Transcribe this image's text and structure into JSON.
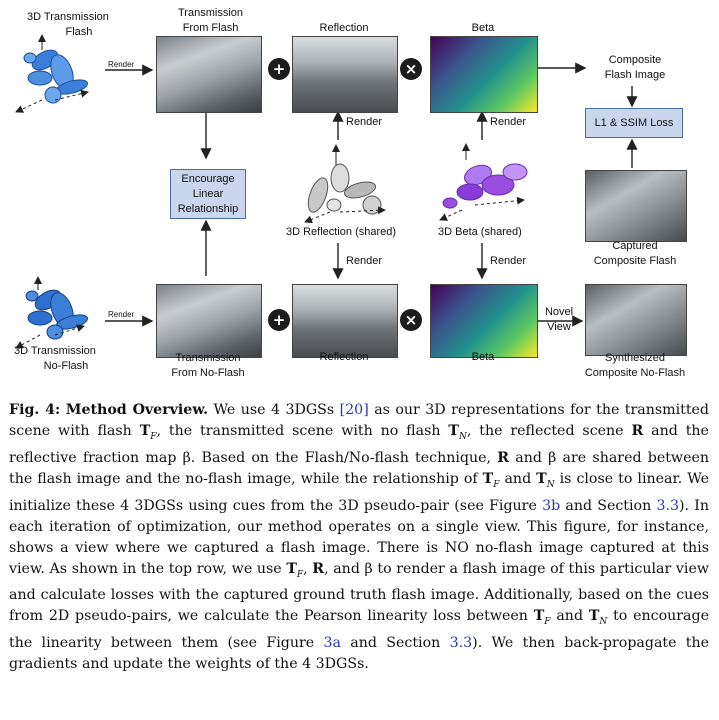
{
  "figure": {
    "labels": {
      "trans_flash_3d": [
        "3D Transmission",
        "Flash"
      ],
      "trans_noflash_3d": [
        "3D Transmission",
        "No-Flash"
      ],
      "render_small": "Render",
      "trans_from_flash": [
        "Transmission",
        "From Flash"
      ],
      "reflection_top": "Reflection",
      "beta_top": "Beta",
      "composite_flash_image": [
        "Composite",
        "Flash Image"
      ],
      "loss_box": "L1 & SSIM Loss",
      "encourage_box": [
        "Encourage",
        "Linear",
        "Relationship"
      ],
      "render": "Render",
      "refl_3d": "3D Reflection (shared)",
      "beta_3d": "3D Beta (shared)",
      "captured": [
        "Captured",
        "Composite Flash"
      ],
      "trans_from_noflash": [
        "Transmission",
        "From No-Flash"
      ],
      "reflection_bottom": "Reflection",
      "beta_bottom": "Beta",
      "novel_view": [
        "Novel",
        "View"
      ],
      "synthesized": [
        "Synthesized",
        "Composite No-Flash"
      ],
      "plus": "+",
      "times": "×"
    },
    "colors": {
      "gaussian_blue": "#3b7fd9",
      "gaussian_purple": "#9b4de0",
      "gaussian_gray": "#9a9a9a",
      "box_fill": "#c9d6ee"
    }
  },
  "caption": {
    "label": "Fig. 4:",
    "title": "Method Overview.",
    "p1": "We use 4 3DGSs",
    "ref20": "[20]",
    "p2": "as our 3D representations for the transmitted scene with flash",
    "tf": "T",
    "tf_sub": "F",
    "p3": ", the transmitted scene with no flash",
    "tn": "T",
    "tn_sub": "N",
    "p4": ", the reflected scene",
    "r": "R",
    "p5": "and the reflective fraction map β. Based on the Flash/No-flash technique,",
    "r2": "R",
    "p6": "and β are shared between the flash image and the no-flash image, while the relationship of",
    "tf2": "T",
    "tf2_sub": "F",
    "p7": "and",
    "tn2": "T",
    "tn2_sub": "N",
    "p8": "is close to linear. We initialize these 4 3DGSs using cues from the 3D pseudo-pair (see Figure",
    "ref3b": "3b",
    "p9": "and Section",
    "ref33a": "3.3",
    "p10": "). In each iteration of optimization, our method operates on a single view. This figure, for instance, shows a view where we captured a flash image. There is NO no-flash image captured at this view. As shown in the top row, we use",
    "tf3": "T",
    "tf3_sub": "F",
    "p11": ",",
    "r3": "R",
    "p12": ", and β to render a flash image of this particular view and calculate losses with the captured ground truth flash image. Additionally, based on the cues from 2D pseudo-pairs, we calculate the Pearson linearity loss between",
    "tf4": "T",
    "tf4_sub": "F",
    "p13": "and",
    "tn4": "T",
    "tn4_sub": "N",
    "p14": "to encourage the linearity between them (see Figure",
    "ref3a": "3a",
    "p15": "and Section",
    "ref33b": "3.3",
    "p16": "). We then back-propagate the gradients and update the weights of the 4 3DGSs."
  }
}
